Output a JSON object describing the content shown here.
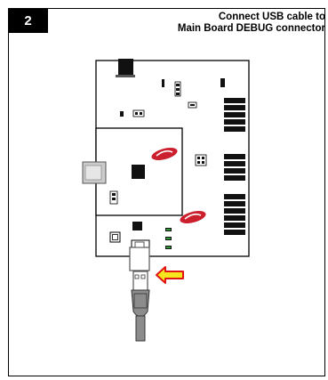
{
  "step": {
    "number": "2"
  },
  "title": {
    "line1": "Connect USB cable to",
    "line2": "Main Board DEBUG connector"
  },
  "colors": {
    "arrow_fill": "#f5e61e",
    "arrow_stroke": "#e11414",
    "board_outline": "#000000",
    "cable_gray": "#8c8c8c",
    "logo_red": "#cc1f2e"
  }
}
